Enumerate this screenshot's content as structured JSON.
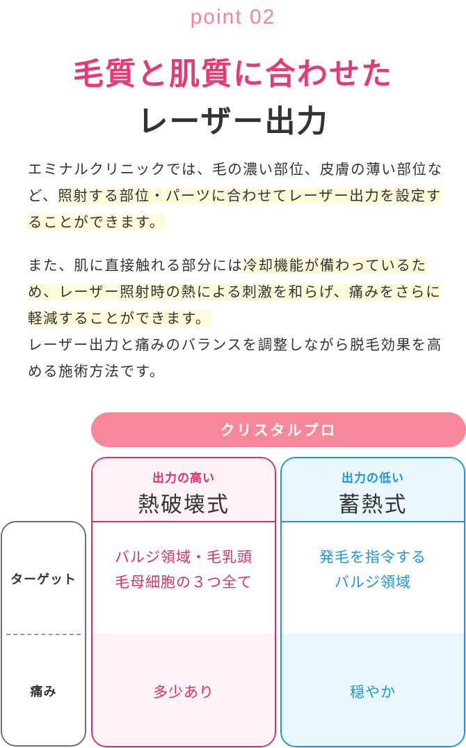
{
  "header": {
    "point_label": "point 02",
    "title_line1": "毛質と肌質に合わせた",
    "title_line2": "レーザー出力"
  },
  "paragraph1": {
    "plain_start": "エミナルクリニックでは、毛の濃い部位、皮膚の薄い部位など、",
    "highlight": "照射する部位・パーツに合わせてレーザー出力を設定することができます。"
  },
  "paragraph2": {
    "plain_start": "また、肌に直接触れる部分には",
    "highlight": "冷却機能が備わっているため、レーザー照射時の熱による刺激を和らげ、痛みをさらに軽減することができます。",
    "plain_end": "レーザー出力と痛みのバランスを調整しながら脱毛効果を高める施術方法です。"
  },
  "comparison": {
    "machine": "クリスタルプロ",
    "row_labels": {
      "target": "ターゲット",
      "pain": "痛み"
    },
    "columns": [
      {
        "subtitle": "出力の高い",
        "name": "熱破壊式",
        "target": "バルジ領域・毛乳頭\n毛母細胞の３つ全て",
        "pain": "多少あり",
        "color": "#d7326a"
      },
      {
        "subtitle": "出力の低い",
        "name": "蓄熱式",
        "target": "発毛を指令する\nバルジ領域",
        "pain": "穏やか",
        "color": "#1e95d9"
      }
    ]
  },
  "colors": {
    "accent_pink": "#e43b74",
    "point_pink": "#f3849b",
    "pill_pink": "#f7889b",
    "highlight_yellow": "#fdfbd9",
    "blue": "#1e95d9"
  }
}
